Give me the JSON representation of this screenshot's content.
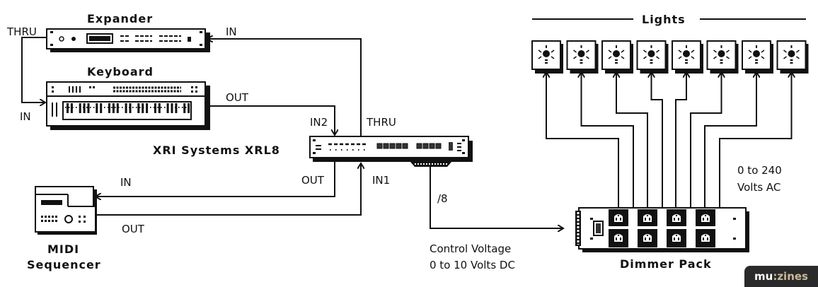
{
  "devices": {
    "expander": {
      "title": "Expander"
    },
    "keyboard": {
      "title": "Keyboard"
    },
    "router": {
      "title": "XRI Systems XRL8"
    },
    "sequencer": {
      "title_line1": "MIDI",
      "title_line2": "Sequencer"
    },
    "lights": {
      "title": "Lights",
      "count": 8
    },
    "dimmer": {
      "title": "Dimmer Pack",
      "outlets": 8
    }
  },
  "ports": {
    "expander_thru": "THRU",
    "expander_in": "IN",
    "keyboard_in": "IN",
    "keyboard_out": "OUT",
    "router_in2": "IN2",
    "router_thru": "THRU",
    "router_out": "OUT",
    "router_in1": "IN1",
    "sequencer_in": "IN",
    "sequencer_out": "OUT",
    "cv_count": "/8"
  },
  "annotations": {
    "cv_line1": "Control Voltage",
    "cv_line2": "0 to 10 Volts DC",
    "ac_line1": "0 to 240",
    "ac_line2": "Volts AC"
  },
  "logo": {
    "part1": "mu",
    "part2": ":zines"
  }
}
